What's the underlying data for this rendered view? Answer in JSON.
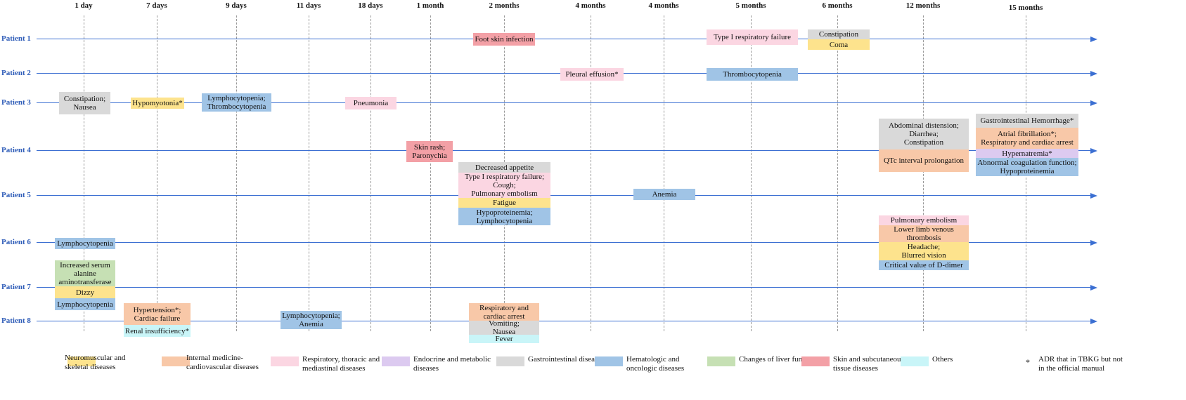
{
  "time_points": [
    "1 day",
    "7 days",
    "9 days",
    "11 days",
    "18 days",
    "1 month",
    "2 months",
    "4 months",
    "4 months",
    "5 months",
    "6 months",
    "12 months",
    "15 months"
  ],
  "patients": [
    "Patient 1",
    "Patient 2",
    "Patient 3",
    "Patient 4",
    "Patient 5",
    "Patient 6",
    "Patient 7",
    "Patient 8"
  ],
  "colors": {
    "neuro": "#fde38d",
    "cardio": "#f8c8a8",
    "resp": "#fbd6e2",
    "endo": "#dccaf0",
    "gi": "#d9d9d9",
    "hema": "#a0c4e6",
    "liver": "#c6e0b4",
    "skin": "#f3a0a6",
    "other": "#c9f5f8",
    "axis": "#3b6fd2",
    "label": "#2e5cb8"
  },
  "events": [
    {
      "text": "Foot skin infection",
      "cat": "skin"
    },
    {
      "text": "Type I respiratory failure",
      "cat": "resp"
    },
    {
      "text": "Constipation",
      "cat": "gi"
    },
    {
      "text": "Coma",
      "cat": "neuro"
    },
    {
      "text": "Pleural effusion*",
      "cat": "resp"
    },
    {
      "text": "Thrombocytopenia",
      "cat": "hema"
    },
    {
      "text": "Constipation;\nNausea",
      "cat": "gi"
    },
    {
      "text": "Hypomyotonia*",
      "cat": "neuro"
    },
    {
      "text": "Lymphocytopenia;\nThrombocytopenia",
      "cat": "hema"
    },
    {
      "text": "Pneumonia",
      "cat": "resp"
    },
    {
      "text": "Skin rash;\nParonychia",
      "cat": "skin"
    },
    {
      "text": "Abdominal distension;\nDiarrhea;\nConstipation",
      "cat": "gi"
    },
    {
      "text": "QTc interval prolongation",
      "cat": "cardio"
    },
    {
      "text": "Gastrointestinal Hemorrhage*",
      "cat": "gi"
    },
    {
      "text": "Atrial fibrillation*;\nRespiratory and cardiac arrest",
      "cat": "cardio"
    },
    {
      "text": "Hypernatremia*",
      "cat": "endo"
    },
    {
      "text": "Abnormal coagulation function;\nHypoproteinemia",
      "cat": "hema"
    },
    {
      "text": "Decreased appetite",
      "cat": "gi"
    },
    {
      "text": "Type I respiratory failure;\nCough;\nPulmonary embolism",
      "cat": "resp"
    },
    {
      "text": "Fatigue",
      "cat": "neuro"
    },
    {
      "text": "Hypoproteinemia;\nLymphocytopenia",
      "cat": "hema"
    },
    {
      "text": "Anemia",
      "cat": "hema"
    },
    {
      "text": "Lymphocytopenia",
      "cat": "hema"
    },
    {
      "text": "Pulmonary embolism",
      "cat": "resp"
    },
    {
      "text": "Lower limb venous\nthrombosis",
      "cat": "cardio"
    },
    {
      "text": "Headache;\nBlurred vision",
      "cat": "neuro"
    },
    {
      "text": "Critical value of D-dimer",
      "cat": "hema"
    },
    {
      "text": "Increased serum\nalanine\naminotransferase",
      "cat": "liver"
    },
    {
      "text": "Dizzy",
      "cat": "neuro"
    },
    {
      "text": "Lymphocytopenia",
      "cat": "hema"
    },
    {
      "text": "Hypertension*;\nCardiac failure",
      "cat": "cardio"
    },
    {
      "text": "Renal insufficiency*",
      "cat": "other"
    },
    {
      "text": "Lymphocytopenia;\nAnemia",
      "cat": "hema"
    },
    {
      "text": "Respiratory and\ncardiac arrest",
      "cat": "cardio"
    },
    {
      "text": "Vomiting;\nNausea",
      "cat": "gi"
    },
    {
      "text": "Fever",
      "cat": "other"
    }
  ],
  "legend": [
    {
      "text": "Neuromuscular and\nskeletal diseases",
      "cat": "neuro"
    },
    {
      "text": "Internal medicine-\ncardiovascular diseases",
      "cat": "cardio"
    },
    {
      "text": "Respiratory, thoracic and\nmediastinal diseases",
      "cat": "resp"
    },
    {
      "text": "Endocrine and metabolic\ndiseases",
      "cat": "endo"
    },
    {
      "text": "Gastrointestinal disease",
      "cat": "gi"
    },
    {
      "text": "Hematologic and\noncologic diseases",
      "cat": "hema"
    },
    {
      "text": "Changes of liver function",
      "cat": "liver"
    },
    {
      "text": "Skin and subcutaneous\ntissue diseases",
      "cat": "skin"
    },
    {
      "text": "Others",
      "cat": "other"
    },
    {
      "text": "ADR that in TBKG but not\nin the official manual",
      "symbol": "*"
    }
  ]
}
